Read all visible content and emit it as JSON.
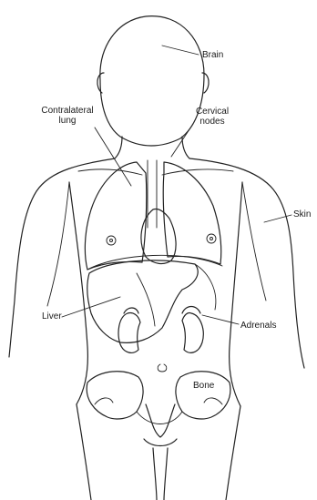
{
  "labels": {
    "brain": "Brain",
    "contralateral_lung_line1": "Contralateral",
    "contralateral_lung_line2": "lung",
    "cervical_nodes_line1": "Cervical",
    "cervical_nodes_line2": "nodes",
    "skin": "Skin",
    "liver": "Liver",
    "adrenals": "Adrenals",
    "bone": "Bone"
  },
  "colors": {
    "line": "#222222",
    "background": "#ffffff"
  }
}
